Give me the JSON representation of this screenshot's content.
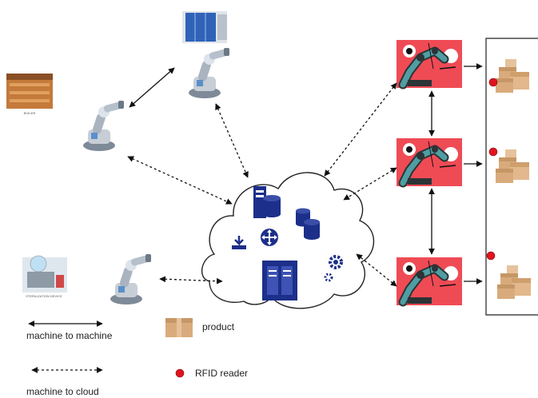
{
  "legend": {
    "machine_to_machine": "machine to machine",
    "machine_to_cloud": "machine to cloud",
    "product": "product",
    "rfid_reader": "RFID reader"
  },
  "machine_labels": {
    "boiler_caption": "BOILER",
    "tank_caption": "STERILIZATION DEVICE"
  },
  "colors": {
    "cloud_icon": "#1c2f8a",
    "robot_panel": "#ef4b55",
    "robot_arm": "#4f9ea4",
    "rfid": "#e0141f",
    "box": "#d9ab7c",
    "arrow": "#111111"
  }
}
